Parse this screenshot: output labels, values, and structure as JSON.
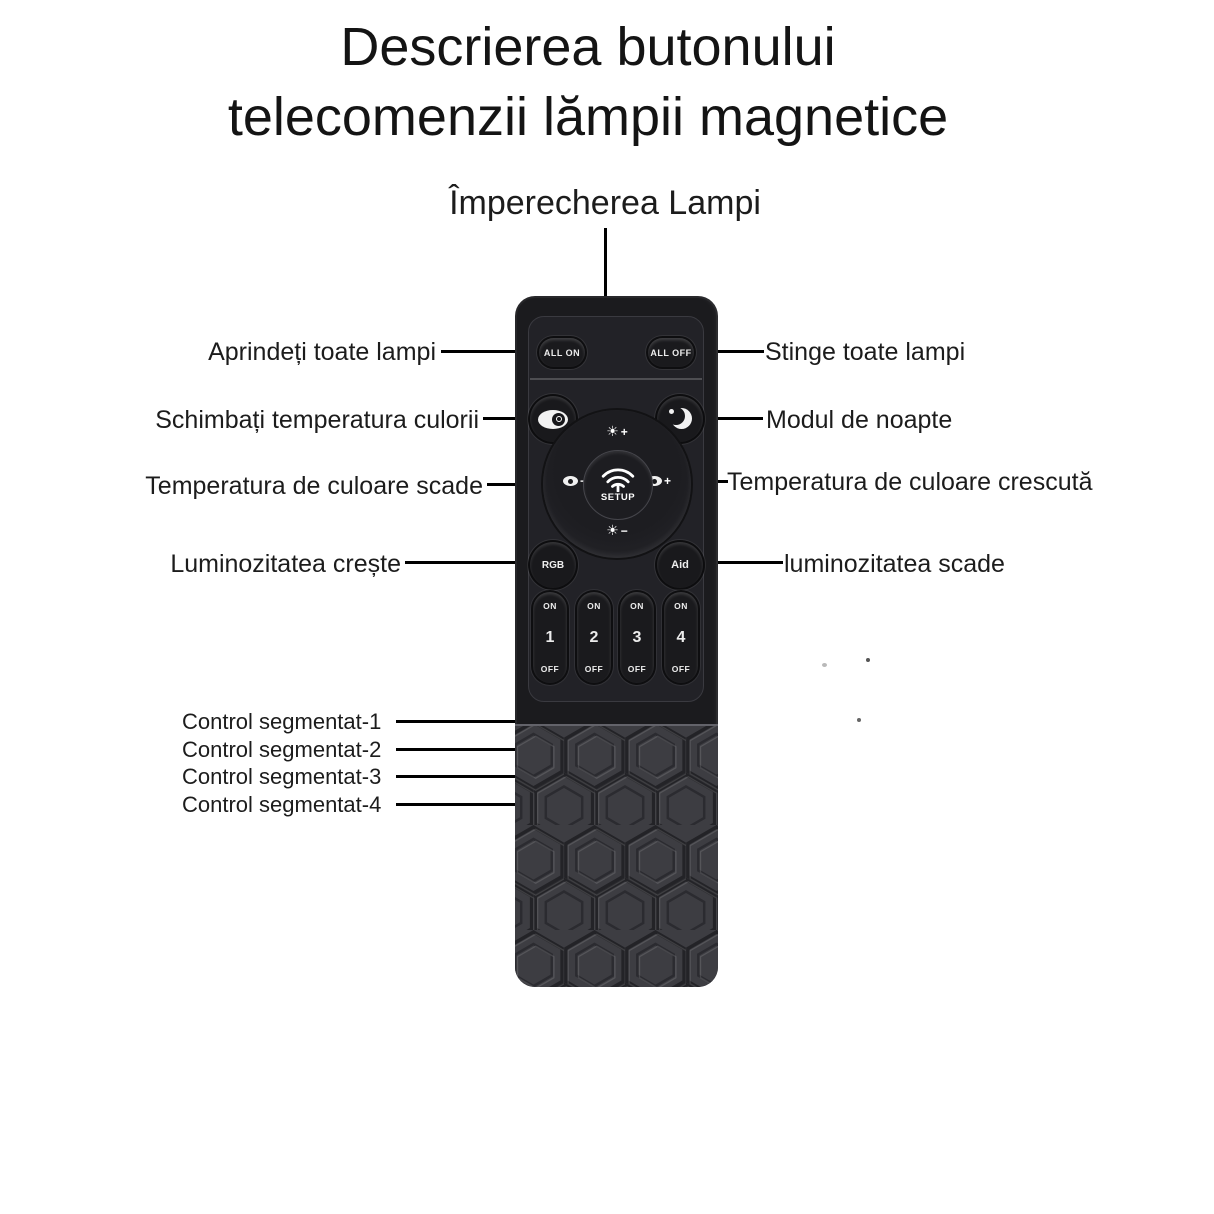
{
  "title": {
    "line1": "Descrierea butonului",
    "line2": "telecomenzii lămpii magnetice"
  },
  "pairing_label": "Împerecherea Lampi",
  "callouts": {
    "all_on": "Aprindeți toate lampi",
    "cct_change": "Schimbați temperatura culorii",
    "cct_down": "Temperatura de culoare scade",
    "brightness_up": "Luminozitatea crește",
    "seg1": "Control segmentat-1",
    "seg2": "Control segmentat-2",
    "seg3": "Control segmentat-3",
    "seg4": "Control segmentat-4",
    "all_off": "Stinge toate lampi",
    "night": "Modul de noapte",
    "cct_up": "Temperatura de culoare crescută",
    "brightness_down": "luminozitatea scade"
  },
  "remote": {
    "all_on": "ALL ON",
    "all_off": "ALL OFF",
    "setup": "SETUP",
    "rgb": "RGB",
    "aid": "Aid",
    "dial": {
      "sun": "☀",
      "plus": "+",
      "minus": "−"
    },
    "segments": [
      {
        "on": "ON",
        "number": "1",
        "off": "OFF"
      },
      {
        "on": "ON",
        "number": "2",
        "off": "OFF"
      },
      {
        "on": "ON",
        "number": "3",
        "off": "OFF"
      },
      {
        "on": "ON",
        "number": "4",
        "off": "OFF"
      }
    ]
  },
  "colors": {
    "background": "#ffffff",
    "text": "#1a1a1a",
    "line": "#000000",
    "remote_body": "#1b1b1e",
    "remote_panel": "#232328",
    "remote_lower": "#3d3d42",
    "button_text": "#ededed"
  }
}
